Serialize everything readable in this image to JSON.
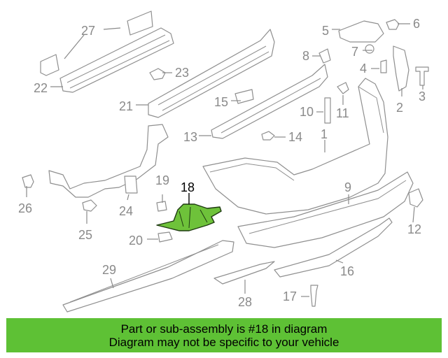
{
  "callouts": {
    "c1": "1",
    "c2": "2",
    "c3": "3",
    "c4": "4",
    "c5": "5",
    "c6": "6",
    "c7": "7",
    "c8": "8",
    "c9": "9",
    "c10": "10",
    "c11": "11",
    "c12": "12",
    "c13": "13",
    "c14": "14",
    "c15": "15",
    "c16": "16",
    "c17": "17",
    "c18": "18",
    "c19": "19",
    "c20": "20",
    "c21": "21",
    "c22": "22",
    "c23": "23",
    "c24": "24",
    "c25": "25",
    "c26": "26",
    "c27": "27",
    "c28": "28",
    "c29": "29"
  },
  "highlighted_part": "18",
  "colors": {
    "highlight": "#6ec23a",
    "banner": "#5ec135",
    "callout": "#8a8a8a",
    "outline": "#8f8f8f"
  },
  "banner": {
    "line1": "Part or sub-assembly is #18 in diagram",
    "line2": "Diagram may not be specific to your vehicle"
  }
}
